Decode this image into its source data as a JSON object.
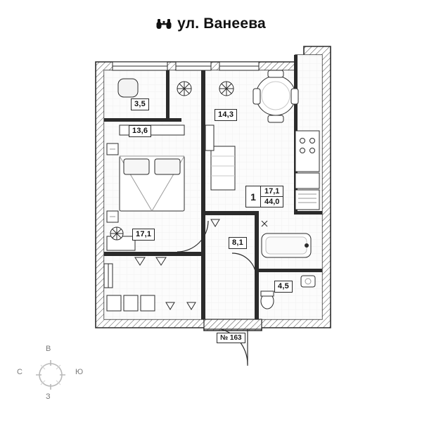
{
  "header": {
    "street": "ул. Ванеева",
    "icon": "binoculars-icon"
  },
  "compass": {
    "north": "В",
    "south": "С",
    "east": "Ю",
    "west": "З"
  },
  "plan": {
    "flat_badge": {
      "rooms": "1",
      "living_area": "17,1",
      "total_area": "44,0"
    },
    "flat_number": "№ 163",
    "rooms": [
      {
        "name": "balcony",
        "area": "3,5"
      },
      {
        "name": "bedroom-window-wall",
        "area": "13,6"
      },
      {
        "name": "kitchen",
        "area": "14,3"
      },
      {
        "name": "bedroom",
        "area": "17,1"
      },
      {
        "name": "hall",
        "area": "8,1"
      },
      {
        "name": "bathroom",
        "area": "4,5"
      }
    ]
  }
}
